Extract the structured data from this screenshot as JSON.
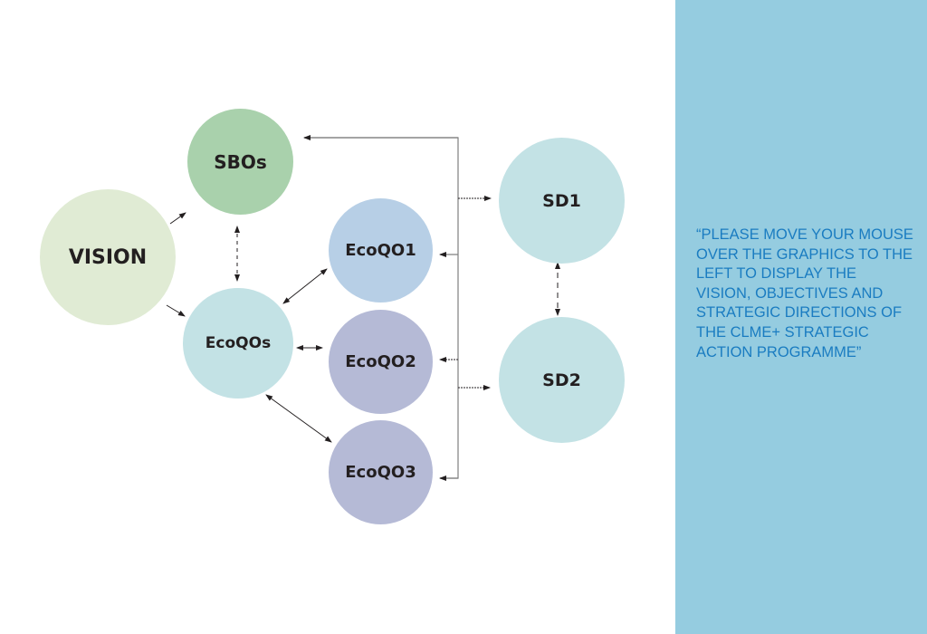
{
  "diagram": {
    "nodes": [
      {
        "id": "vision",
        "label": "VISION",
        "color": "#e0ebd4"
      },
      {
        "id": "sbos",
        "label": "SBOs",
        "color": "#a9d1ac"
      },
      {
        "id": "ecoqos",
        "label": "EcoQOs",
        "color": "#c3e2e5"
      },
      {
        "id": "ecoqo1",
        "label": "EcoQO1",
        "color": "#b7cfe6"
      },
      {
        "id": "ecoqo2",
        "label": "EcoQO2",
        "color": "#b5bad6"
      },
      {
        "id": "ecoqo3",
        "label": "EcoQO3",
        "color": "#b5bad6"
      },
      {
        "id": "sd1",
        "label": "SD1",
        "color": "#c3e2e5"
      },
      {
        "id": "sd2",
        "label": "SD2",
        "color": "#c3e2e5"
      }
    ],
    "connector_color": "#808080",
    "arrow_color": "#231f20"
  },
  "side_panel": {
    "message": " “PLEASE MOVE YOUR MOUSE OVER THE GRAPHICS TO THE LEFT TO DISPLAY THE VISION, OBJECTIVES AND STRATEGIC DIRECTIONS OF THE CLME+ STRATEGIC ACTION PROGRAMME”",
    "background": "#95cce0",
    "text_color": "#1a7cc1"
  }
}
